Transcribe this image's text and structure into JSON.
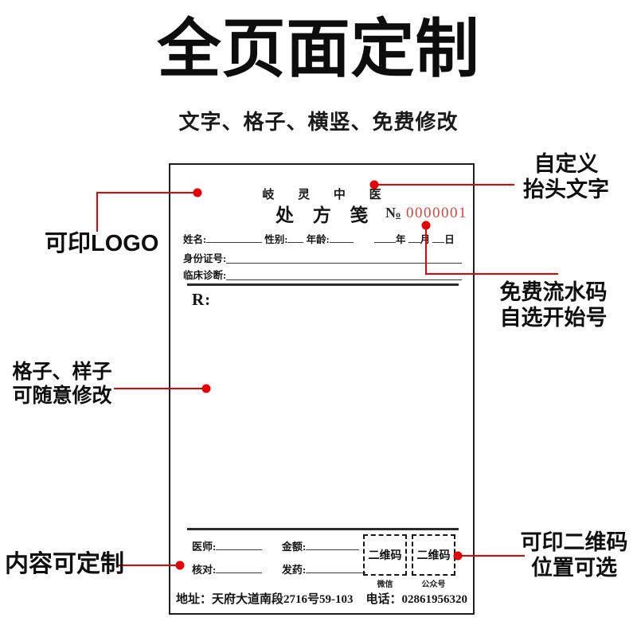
{
  "title": "全页面定制",
  "subtitle": "文字、格子、横竖、免费修改",
  "colors": {
    "accent_red": "#e60000",
    "serial_red": "#d9453d"
  },
  "annotations": {
    "logo": "可印LOGO",
    "header_line1": "自定义",
    "header_line2": "抬头文字",
    "serial_line1": "免费流水码",
    "serial_line2": "自选开始号",
    "grid_line1": "格子、样子",
    "grid_line2": "可随意修改",
    "content": "内容可定制",
    "qr_line1": "可印二维码",
    "qr_line2": "位置可选"
  },
  "form": {
    "clinic_name": "岐 灵 中 医",
    "form_title": "处 方 笺",
    "serial_prefix_n": "N",
    "serial_prefix_o": "o",
    "serial_number": "0000001",
    "fields": {
      "name": "姓名:",
      "gender": "性别:",
      "age": "年龄:",
      "year": "年",
      "month": "月",
      "day": "日",
      "id_number": "身份证号:",
      "diagnosis": "临床诊断:",
      "rx": "R:",
      "doctor": "医师:",
      "amount": "金额:",
      "checker": "核对:",
      "dispenser": "发药:"
    },
    "qr": {
      "box_label": "二维码",
      "caption_wechat": "微信",
      "caption_public": "公众号"
    },
    "footer_address": "地址：天府大道南段2716号59-103",
    "footer_phone": "电话：02861956320"
  }
}
